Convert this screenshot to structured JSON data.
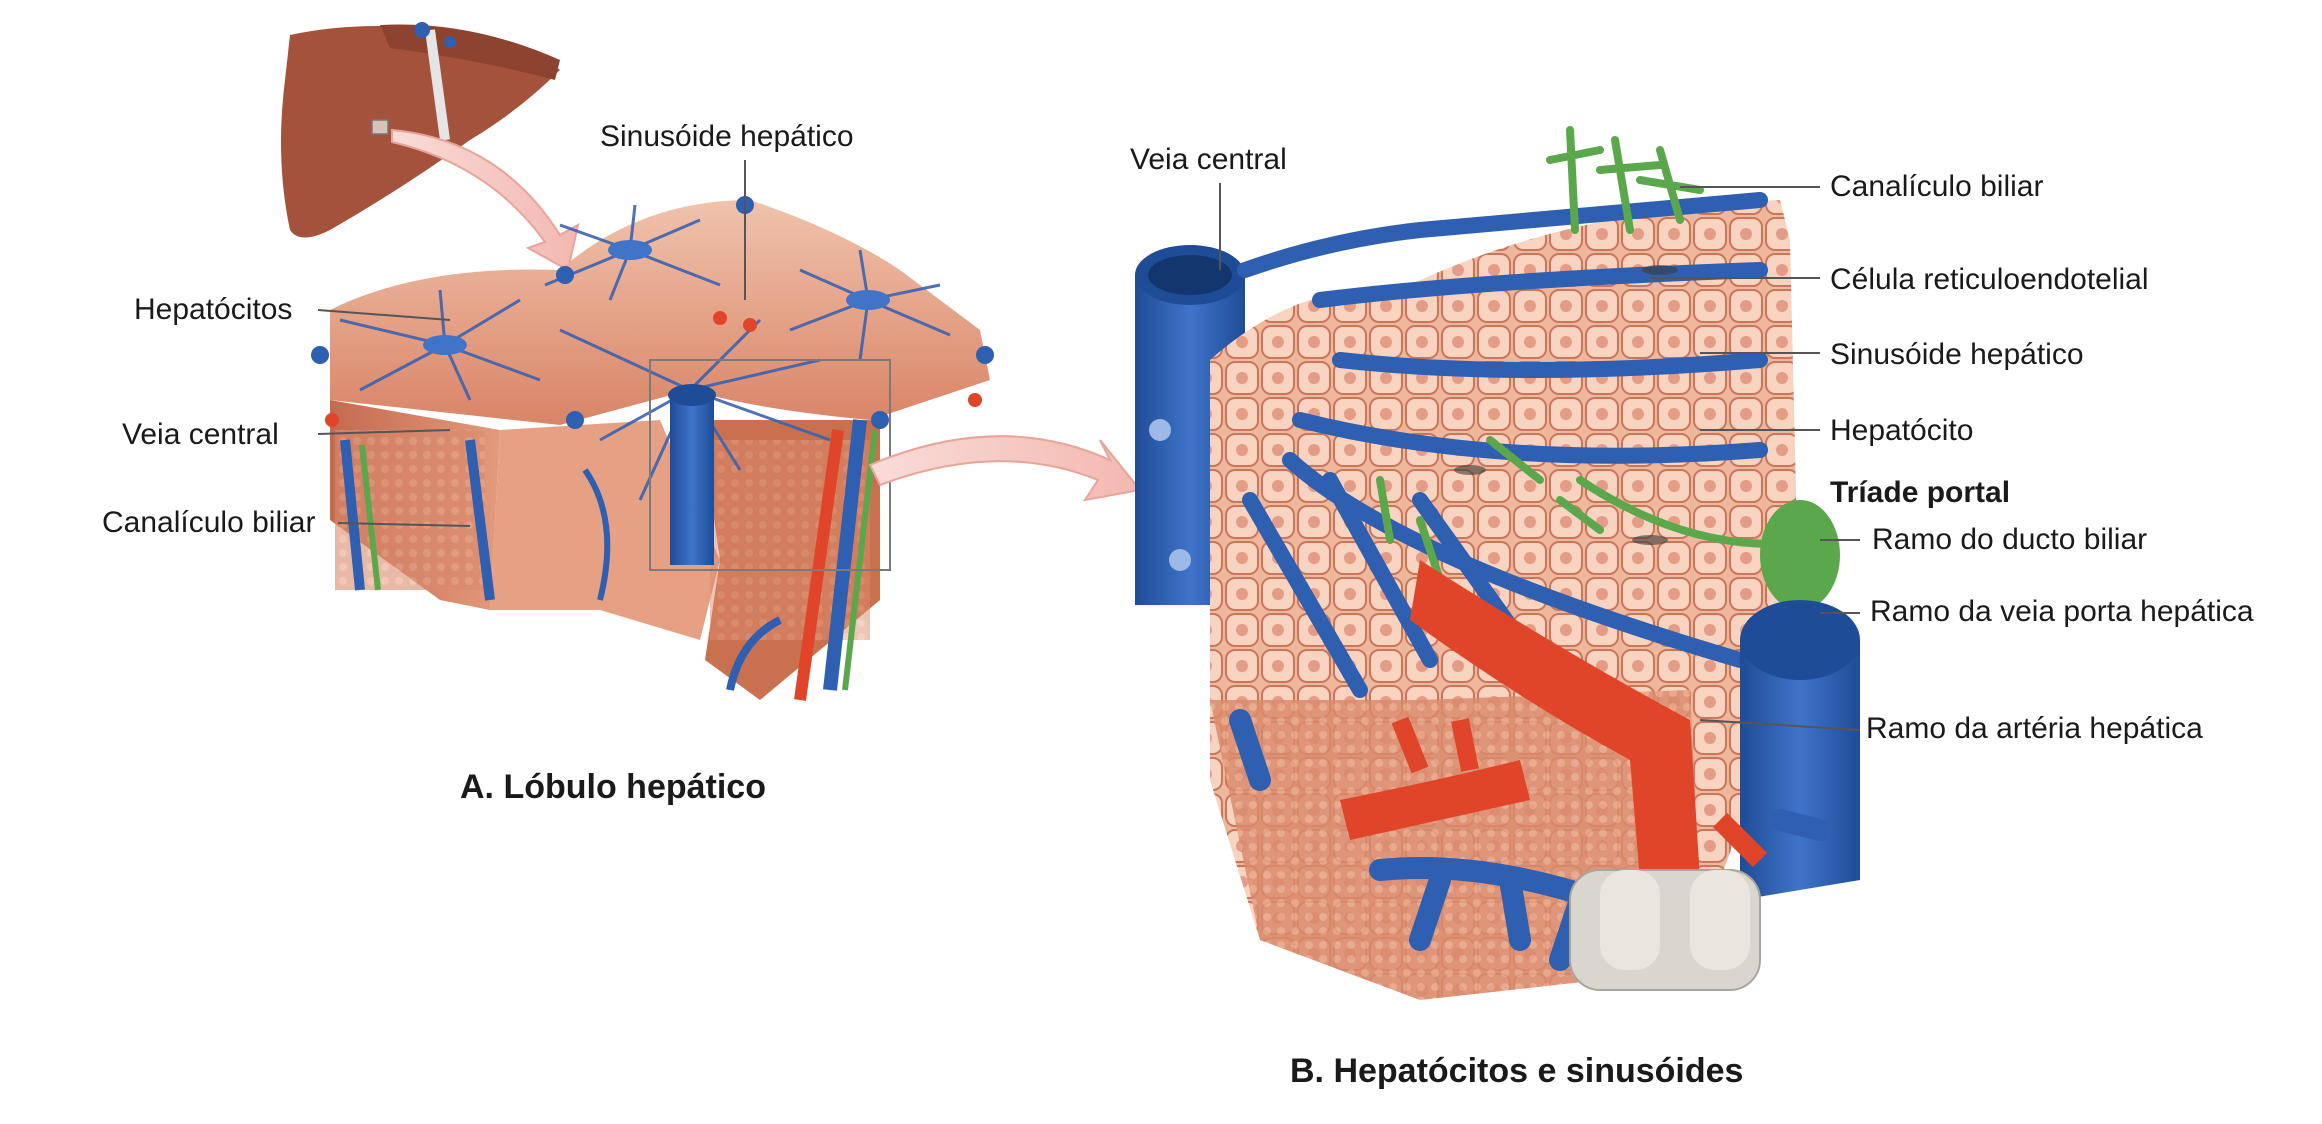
{
  "panel_a": {
    "caption": "A. Lóbulo hepático",
    "labels": {
      "sinusoide": "Sinusóide hepático",
      "hepatocitos": "Hepatócitos",
      "veia_central": "Veia central",
      "canaliculo": "Canalículo biliar"
    }
  },
  "panel_b": {
    "caption": "B. Hepatócitos e sinusóides",
    "labels": {
      "veia_central": "Veia central",
      "canaliculo": "Canalículo biliar",
      "celula_reticulo": "Célula reticuloendotelial",
      "sinusoide": "Sinusóide hepático",
      "hepatocito": "Hepatócito",
      "triade": "Tríade portal",
      "ducto": "Ramo do ducto biliar",
      "veia_porta": "Ramo da veia porta hepática",
      "arteria": "Ramo da artéria hepática"
    }
  },
  "colors": {
    "liver": "#a5523c",
    "tissue": "#e8a58a",
    "vein": "#2f5fb0",
    "artery": "#e0452a",
    "bile": "#5aa84b"
  }
}
